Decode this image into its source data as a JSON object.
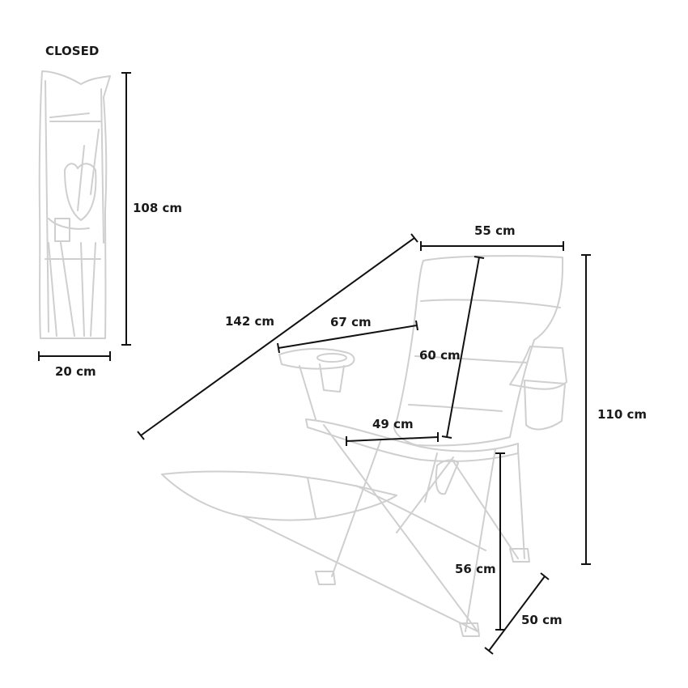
{
  "closed_label": "CLOSED",
  "dimensions": {
    "closed_height": "108 cm",
    "closed_width": "20 cm",
    "total_length": "142 cm",
    "armrest_length": "67 cm",
    "backrest_width": "55 cm",
    "backrest_height": "60 cm",
    "seat_depth": "49 cm",
    "total_height": "110 cm",
    "seat_height": "56 cm",
    "seat_width": "50 cm"
  },
  "colors": {
    "dimension_line": "#111111",
    "sketch_line": "#cfcfcf"
  },
  "icons": [
    "folded-chair-icon",
    "recliner-chair-icon"
  ]
}
